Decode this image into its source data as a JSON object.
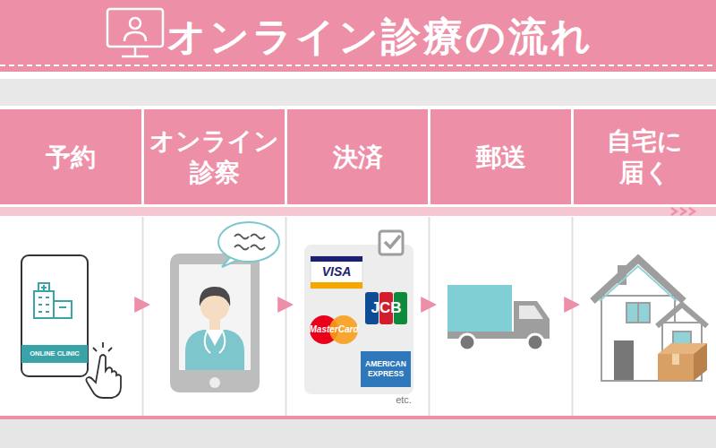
{
  "diagram": {
    "title": "オンライン診療の流れ",
    "nodes": [
      {
        "text": [
          "予約"
        ]
      },
      {
        "text": [
          "オンライン 診察"
        ]
      },
      {
        "text": [
          "決済"
        ]
      },
      {
        "text": [
          "郵送"
        ]
      },
      {
        "text": [
          "自宅に 届く"
        ]
      }
    ],
    "edges": [
      {
        "from": 0,
        "to": 1,
        "arrow": "to"
      },
      {
        "from": 1,
        "to": 2,
        "arrow": "to"
      },
      {
        "from": 2,
        "to": 3,
        "arrow": "to"
      },
      {
        "from": 3,
        "to": 4,
        "arrow": "to"
      }
    ],
    "labels": [
      "ONLINE CLINIC",
      "VISA",
      "JCB",
      "MasterCard",
      "AMERICAN EXPRESS",
      "etc."
    ]
  }
}
